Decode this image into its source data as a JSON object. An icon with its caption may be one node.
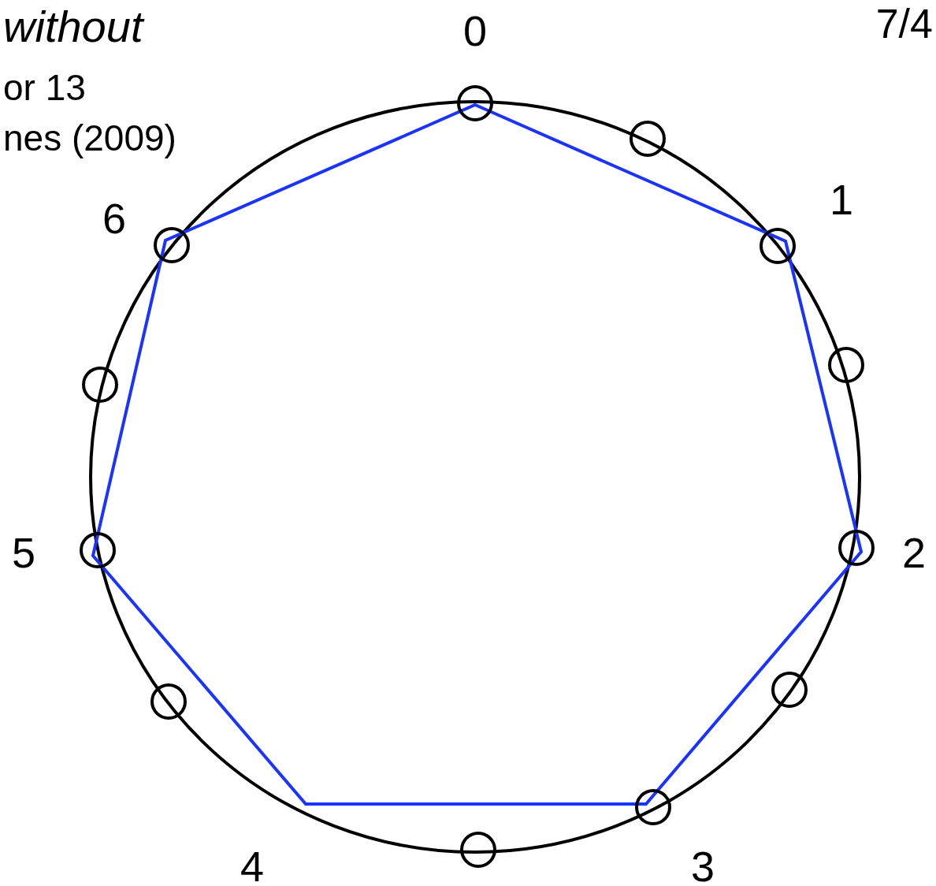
{
  "diagram": {
    "labels": [
      "without",
      "0",
      "7/4",
      "or 13",
      "nes (2009)",
      "6",
      "1",
      "5",
      "2",
      "4",
      "3"
    ]
  }
}
